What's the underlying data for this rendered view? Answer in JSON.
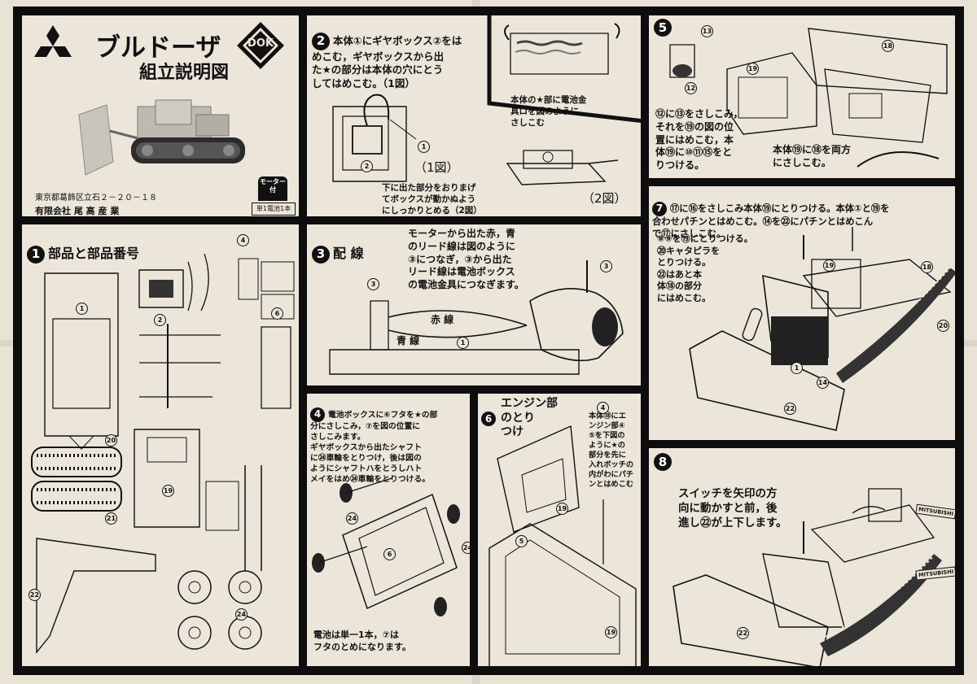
{
  "header": {
    "title": "ブルドーザ",
    "subtitle": "組立説明図",
    "logo_text": "DOK",
    "address": "東京都葛飾区立石２－２０－１８",
    "company": "有限会社 尾 高 産 業",
    "motor_badge": "モーター\n付",
    "battery_badge": "単1電池1本"
  },
  "section1": {
    "number": "1",
    "title": "部品と部品番号"
  },
  "section2": {
    "number": "2",
    "text": "本体①にギヤボックス②をは\nめこむ，ギヤボックスから出\nた★の部分は本体の穴にとう\nしてはめこむ。（1図）",
    "inset_text": "本体の★部に電池金\n具ロを図のように\nさしこむ",
    "bottom_text": "下に出た部分をおりまげ\nてボックスが動かぬよう\nにしっかりとめる（2図）",
    "fig1_label": "（1図）",
    "fig2_label": "（2図）"
  },
  "section3": {
    "number": "3",
    "title": "配 線",
    "text": "モーターから出た赤，青\nのリード線は図のように\n③につなぎ，③から出た\nリード線は電池ボックス\nの電池金具につなぎます。",
    "red_label": "赤 線",
    "blue_label": "青 線"
  },
  "section4": {
    "number": "4",
    "text": "電池ボックスに⑥フタを★の部\n分にさしこみ，⑦を図の位置に\nさしこみます。\nギヤボックスから出たシャフト\nに㉔車輪をとりつけ，後は図の\nようにシャフトハをとうしハト\nメイをはめ㉔車輪をとりつける。",
    "bottom_text": "電池は単一1本，⑦は\nフタのとめになります。"
  },
  "section5": {
    "number": "5",
    "text1": "⑫に⑬をさしこみ，\nそれを⑲の図の位\n置にはめこむ，本\n体⑲に⑩⑪⑮をと\nりつける。",
    "text2": "本体⑲に⑱を両方\nにさしこむ。"
  },
  "section6": {
    "number": "6",
    "title": "エンジン部\nのとり\nつけ",
    "text": "本体⑱にエ\nンジン部④\n⑤を下図の\nように★の\n部分を先に\n入れボッチの\n内がわにパチ\nンとはめこむ"
  },
  "section7": {
    "number": "7",
    "text1": "⑰に⑯をさしこみ本体⑲にとりつける。本体①と⑲を\n合わせパチンとはめこむ。⑭を㉒にパチンとはめこん\nで⑰にさしこむ。",
    "text2": "⑧⑨を⑲にとりつける。\n⑳キャタピラを\nとりつける。\n㉒はあと本\n体⑱の部分\nにはめこむ。"
  },
  "section8": {
    "number": "8",
    "text": "スイッチを矢印の方\n向に動かすと前，後\n進し㉒が上下します。",
    "tag1": "MITSUBISHI",
    "tag2": "MITSUBISHI"
  }
}
